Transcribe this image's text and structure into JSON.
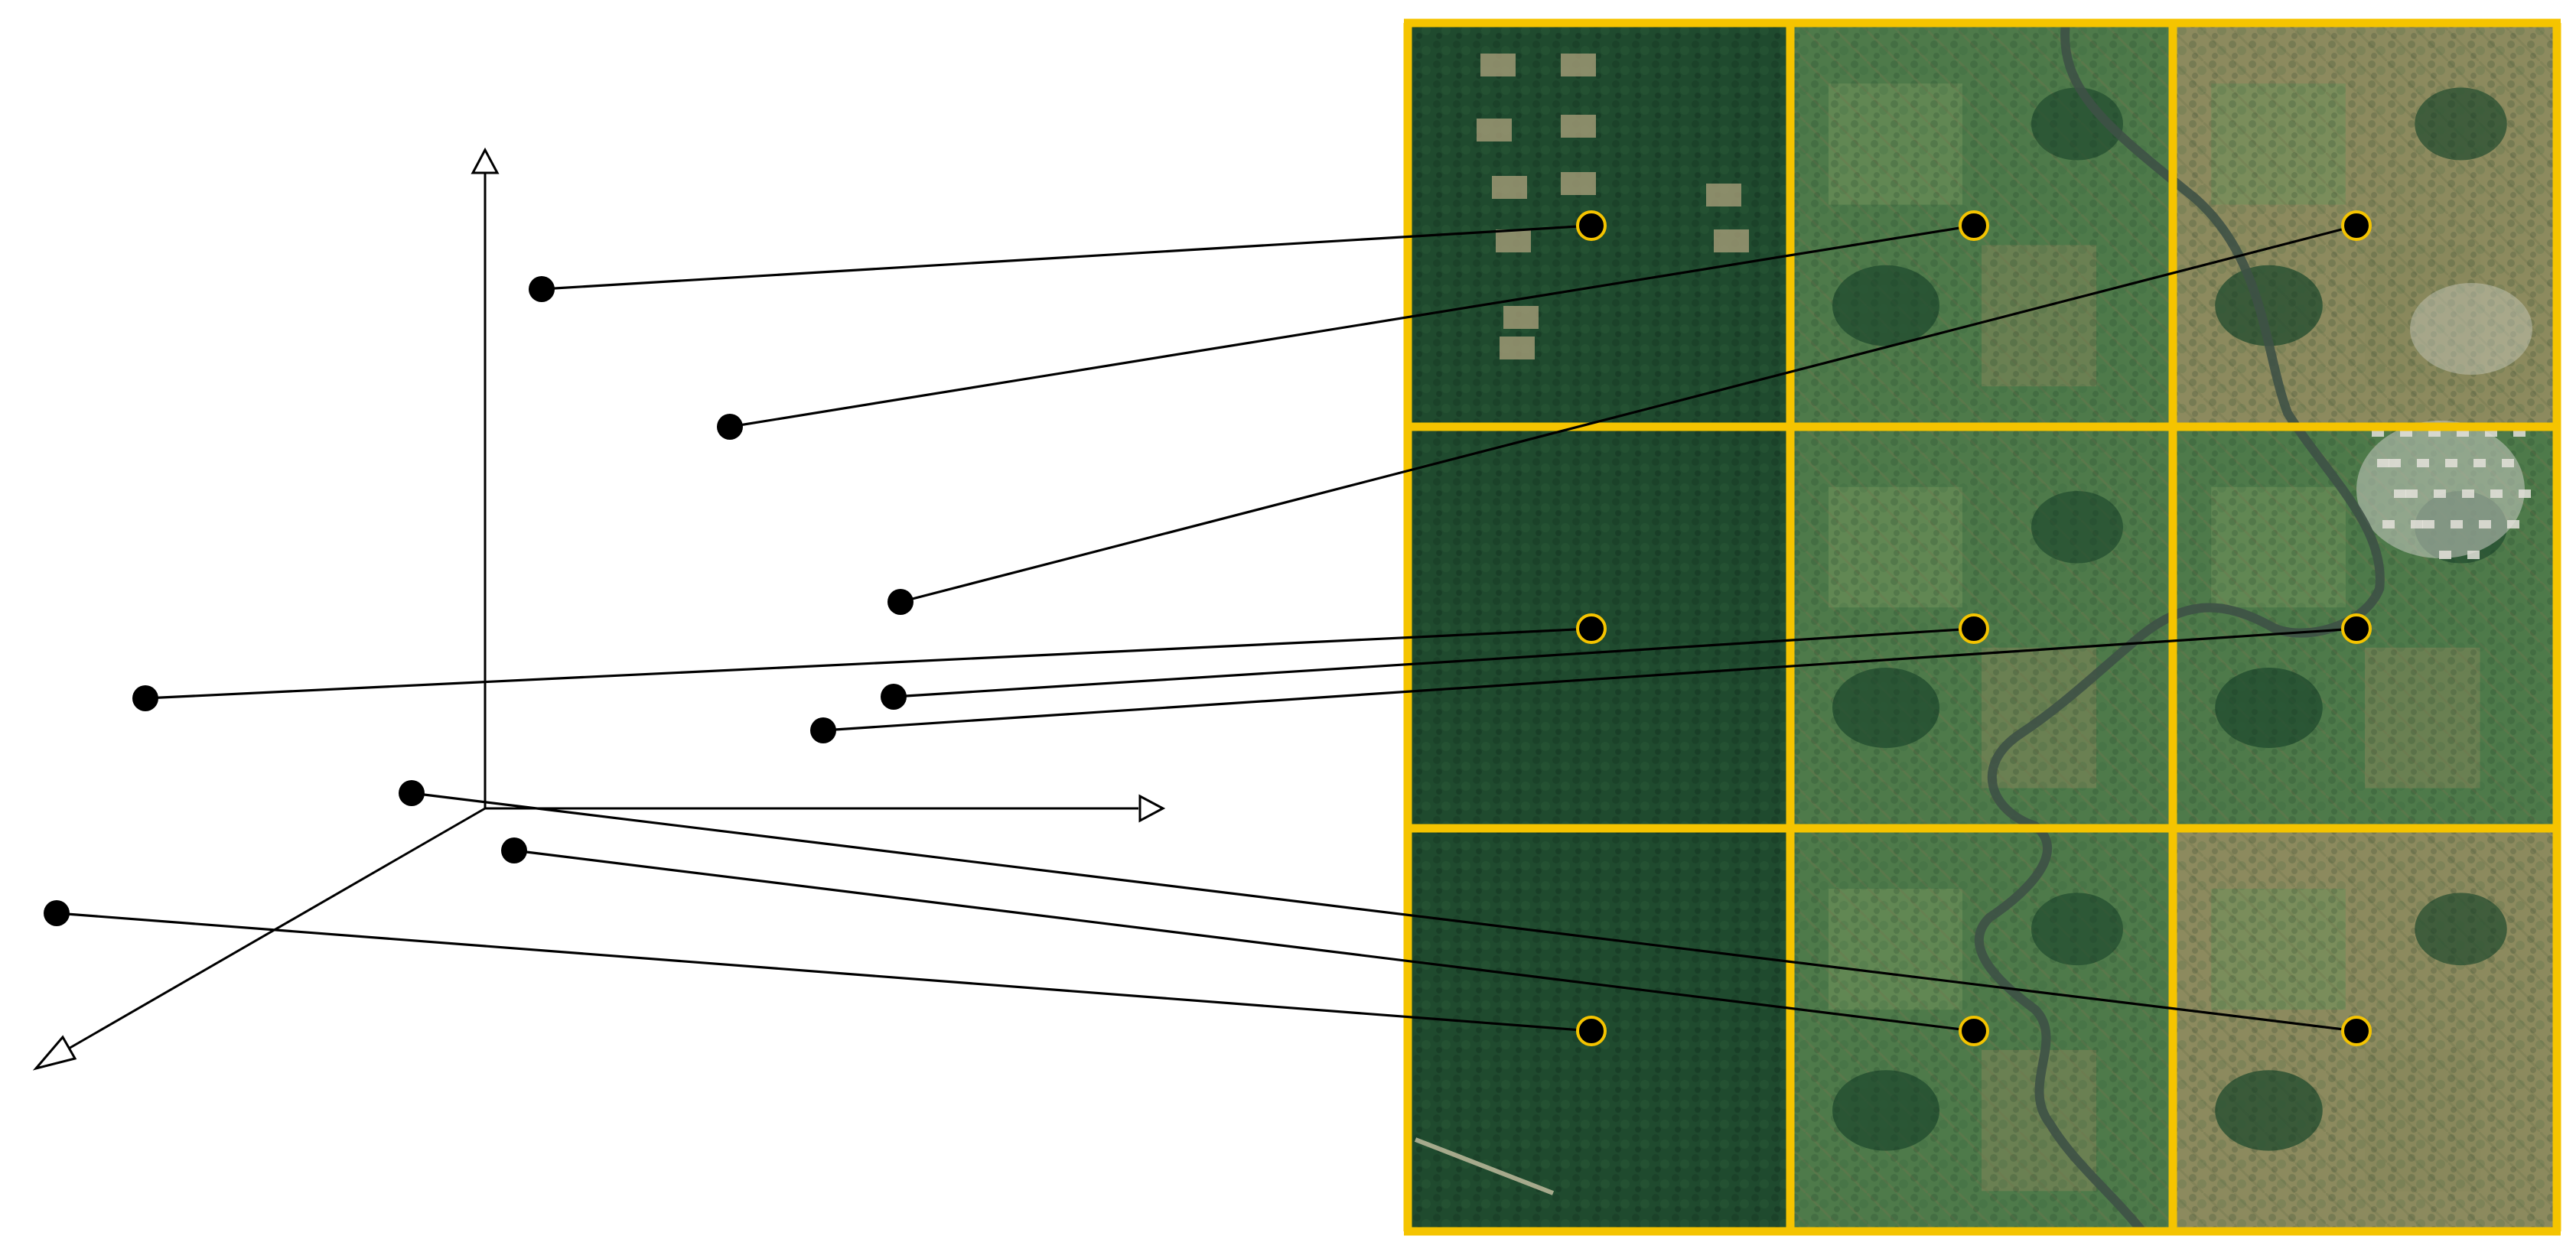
{
  "diagram": {
    "kind": "embedding-space-to-image-grid",
    "axes": [
      "y-axis",
      "x-axis",
      "z-axis"
    ],
    "grid": {
      "rows": 3,
      "cols": 3,
      "border_color": "#F5C400"
    },
    "colors": {
      "line": "#000000",
      "point": "#000000",
      "tile_marker_ring": "#F5C400",
      "forest": "#1F4A2E",
      "meadow": "#4E7A4A",
      "field": "#8C8A5E",
      "river": "#3E5146",
      "village": "#C9CBC2"
    },
    "tiles": [
      {
        "row": 0,
        "col": 0,
        "name": "tile-forest-clearings",
        "content": "forest"
      },
      {
        "row": 0,
        "col": 1,
        "name": "tile-meadow-forest-edge",
        "content": "meadow"
      },
      {
        "row": 0,
        "col": 2,
        "name": "tile-fields-village",
        "content": "fields"
      },
      {
        "row": 1,
        "col": 0,
        "name": "tile-dense-forest",
        "content": "forest"
      },
      {
        "row": 1,
        "col": 1,
        "name": "tile-meadow-river",
        "content": "meadow"
      },
      {
        "row": 1,
        "col": 2,
        "name": "tile-river-village",
        "content": "meadow"
      },
      {
        "row": 2,
        "col": 0,
        "name": "tile-forest-road",
        "content": "forest"
      },
      {
        "row": 2,
        "col": 1,
        "name": "tile-river-bends",
        "content": "meadow"
      },
      {
        "row": 2,
        "col": 2,
        "name": "tile-strip-fields",
        "content": "fields"
      }
    ],
    "connections": [
      {
        "point": "embedding-point-1",
        "tile": "0-0"
      },
      {
        "point": "embedding-point-2",
        "tile": "0-1"
      },
      {
        "point": "embedding-point-3",
        "tile": "0-2"
      },
      {
        "point": "embedding-point-4",
        "tile": "1-0"
      },
      {
        "point": "embedding-point-5",
        "tile": "1-1"
      },
      {
        "point": "embedding-point-6",
        "tile": "1-2"
      },
      {
        "point": "embedding-point-7",
        "tile": "2-0"
      },
      {
        "point": "embedding-point-8",
        "tile": "2-1"
      },
      {
        "point": "embedding-point-9",
        "tile": "2-2"
      }
    ]
  }
}
